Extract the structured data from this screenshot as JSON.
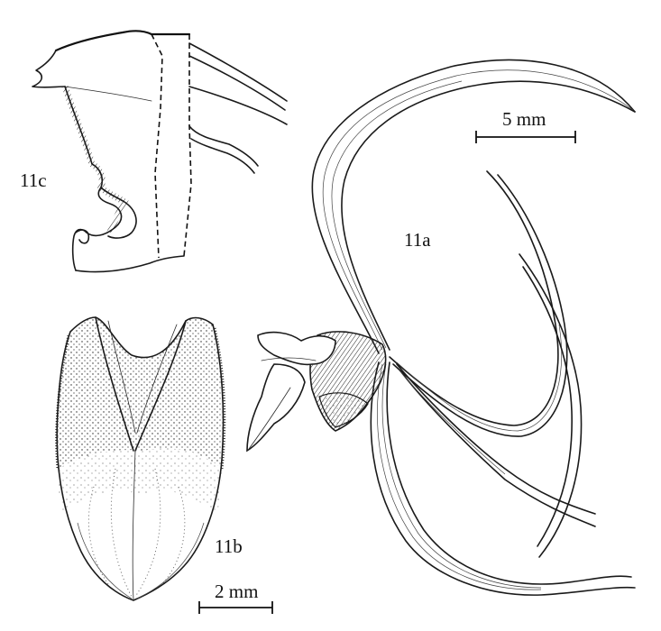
{
  "labels": {
    "fig_11a": "11a",
    "fig_11b": "11b",
    "fig_11c": "11c"
  },
  "scale_bars": {
    "large": "5 mm",
    "small": "2 mm"
  },
  "colors": {
    "ink": "#1a1a1a",
    "paper": "#ffffff"
  }
}
